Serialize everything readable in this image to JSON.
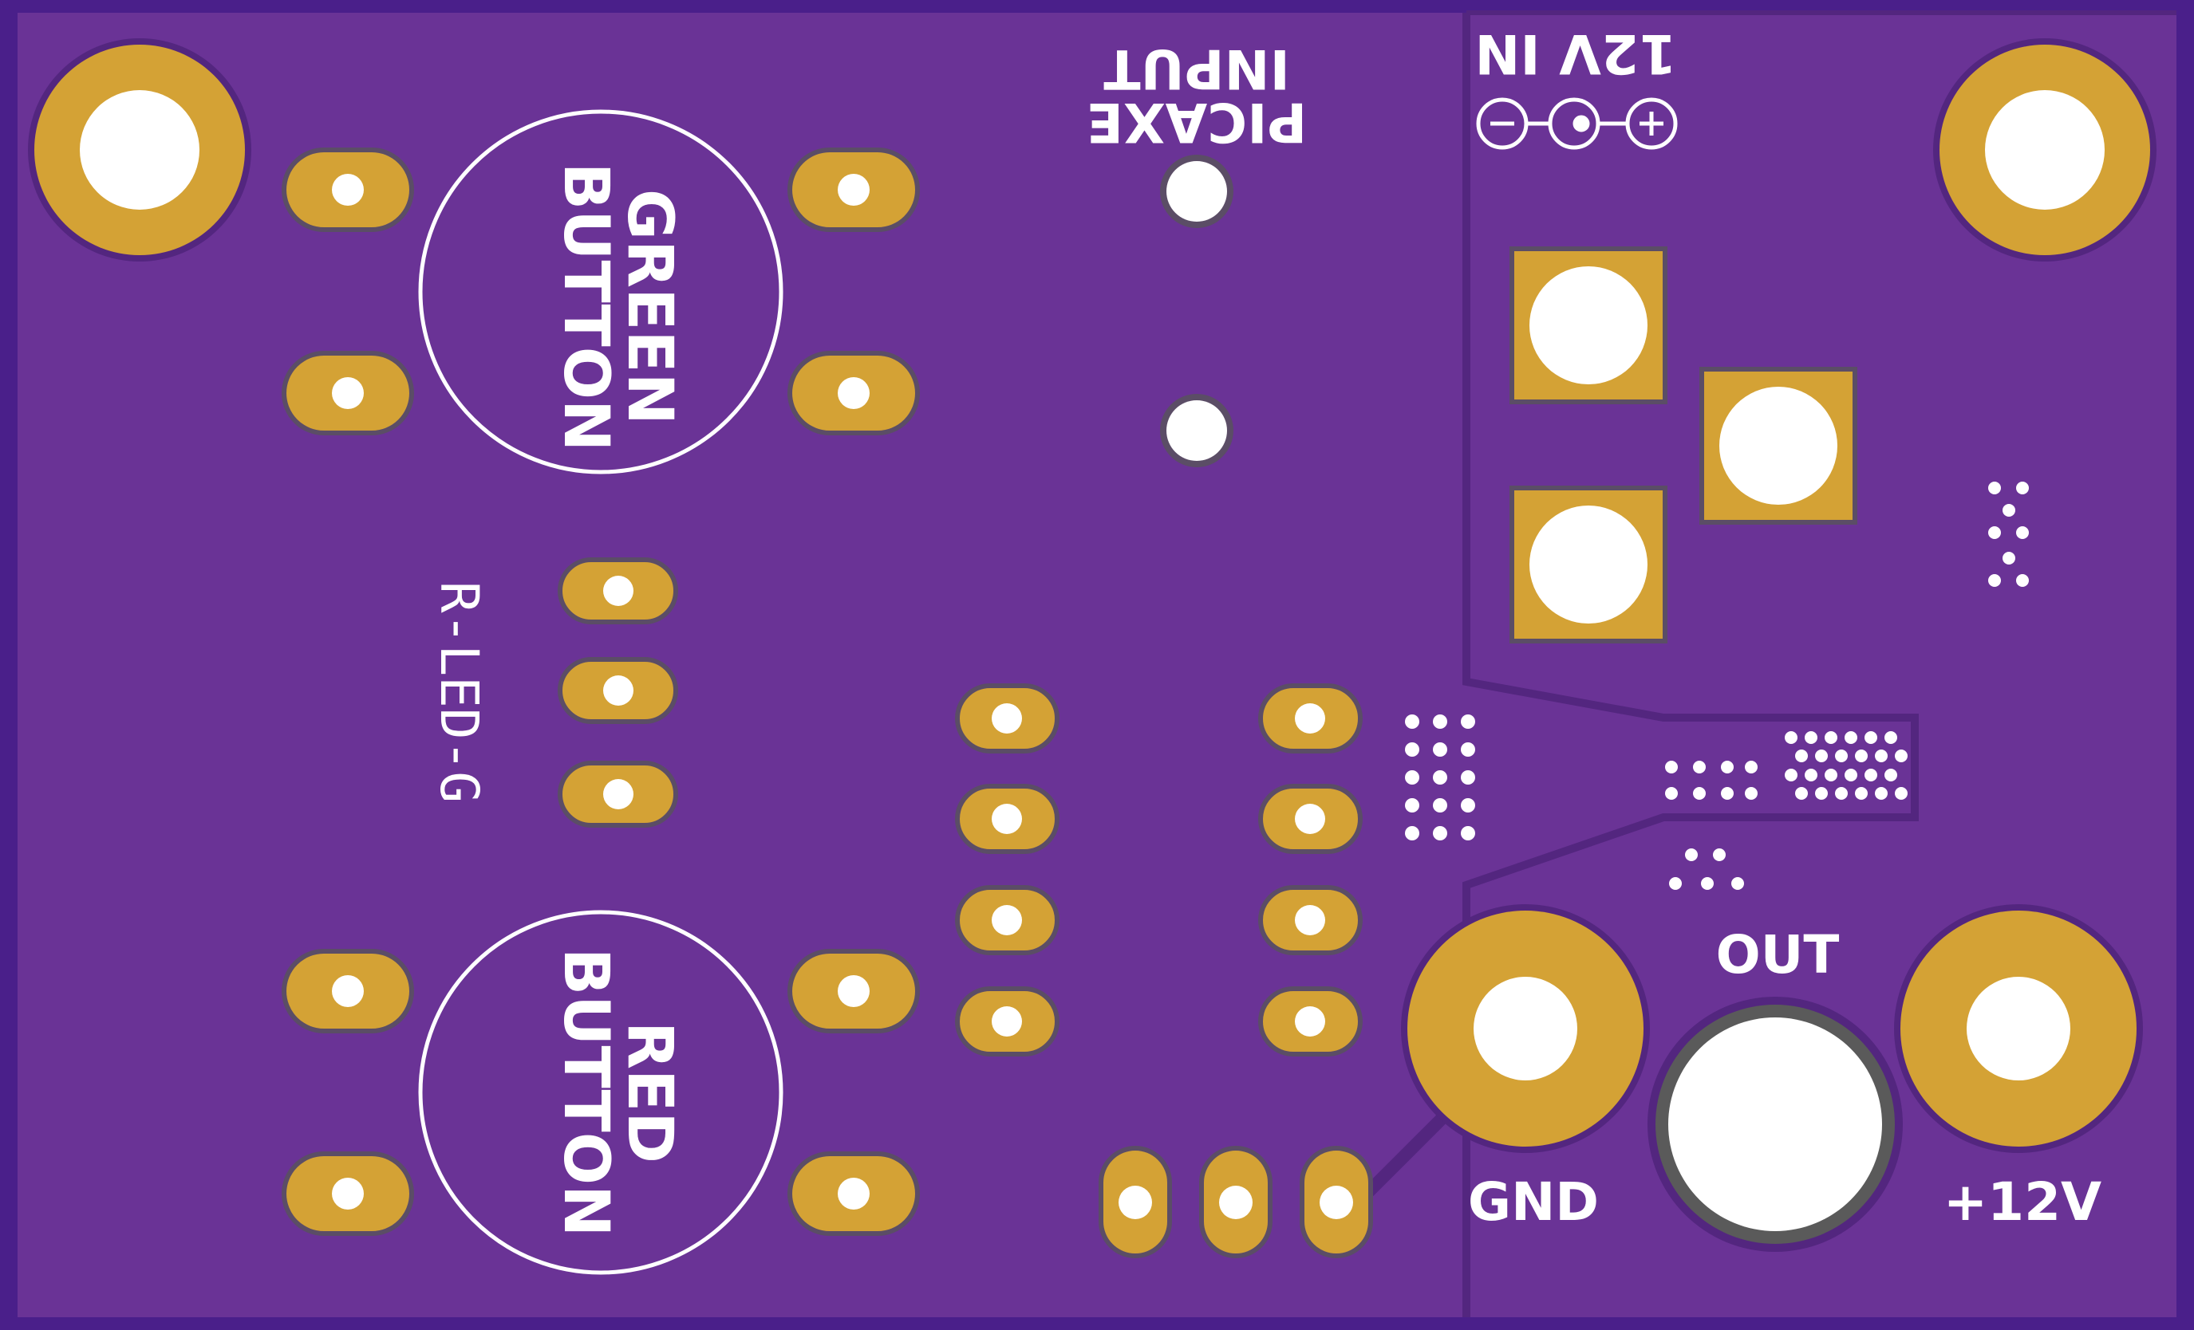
{
  "board": {
    "colors": {
      "soldermask": "#6a3396",
      "board_edge": "#4a1f8a",
      "copper_edge": "#53267f",
      "pad_gold": "#d4a235",
      "pad_outline": "#5b4d66",
      "silkscreen": "#ffffff",
      "drill": "#ffffff"
    }
  },
  "labels": {
    "green_button_line1": "GREEN",
    "green_button_line2": "BUTTON",
    "red_button_line1": "RED",
    "red_button_line2": "BUTTON",
    "led_ref": "R-LED-G",
    "picaxe_line1": "PICAXE",
    "picaxe_line2": "INPUT",
    "power_in": "12V IN",
    "power_minus": "−",
    "power_plus": "+",
    "out": "OUT",
    "gnd": "GND",
    "plus12v": "+12V"
  }
}
